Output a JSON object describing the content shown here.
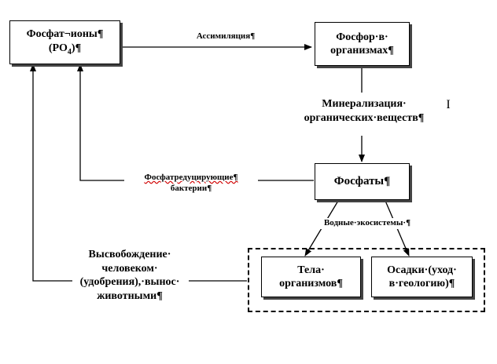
{
  "nodes": {
    "phosphate_ions": {
      "line1": "Фосфат¬ионы¶",
      "line2_pre": "(PO",
      "line2_sub": "4",
      "line2_post": ")¶"
    },
    "phosphorus_in_organisms": {
      "line1": "Фосфор·в·",
      "line2": "организмах¶"
    },
    "phosphates": {
      "text": "Фосфаты¶"
    },
    "organism_bodies": {
      "line1": "Тела·",
      "line2": "организмов¶"
    },
    "sediments": {
      "line1": "Осадки·(уход·",
      "line2": "в·геологию)¶"
    }
  },
  "labels": {
    "assimilation": "Ассимиляция¶",
    "mineralization_l1": "Минерализация·",
    "mineralization_l2": "органических·веществ¶",
    "cursor_mark": "I",
    "reducing_bacteria_l1": "Фосфатредуцирующие¶",
    "reducing_bacteria_l2": "бактерии¶",
    "aquatic_ecosystems": "Водные·экосистемы·¶",
    "release_l1": "Высвобождение·",
    "release_l2": "человеком·",
    "release_l3": "(удобрения),·вынос·",
    "release_l4": "животными¶"
  }
}
